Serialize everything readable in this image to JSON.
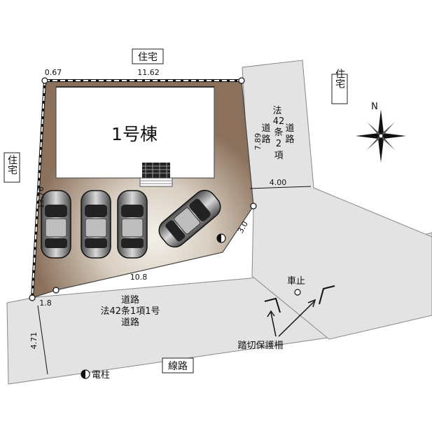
{
  "neighbors": {
    "top": "住宅",
    "left": "住宅",
    "right": "住宅"
  },
  "building": {
    "label": "1号棟"
  },
  "dimensions": {
    "top_small": "0.67",
    "top": "11.62",
    "left": "13.76",
    "right_upper": "7.89",
    "right_road_width": "4.00",
    "corner_cut": "3.0",
    "bottom": "10.8",
    "bottom_left": "1.8",
    "road_width_left": "4.71"
  },
  "road_right": {
    "line1": "法",
    "line2": "42",
    "line3": "条",
    "line4": "2",
    "line5": "項",
    "col_a1": "道",
    "col_a2": "路",
    "col_b1": "路"
  },
  "road_bottom": {
    "line1": "道路",
    "line2": "法42条1項1号",
    "line3": "道路"
  },
  "labels": {
    "stop": "車止",
    "crossing_fence": "踏切保護柵",
    "railway": "線路",
    "pole": "電柱",
    "north": "N"
  }
}
